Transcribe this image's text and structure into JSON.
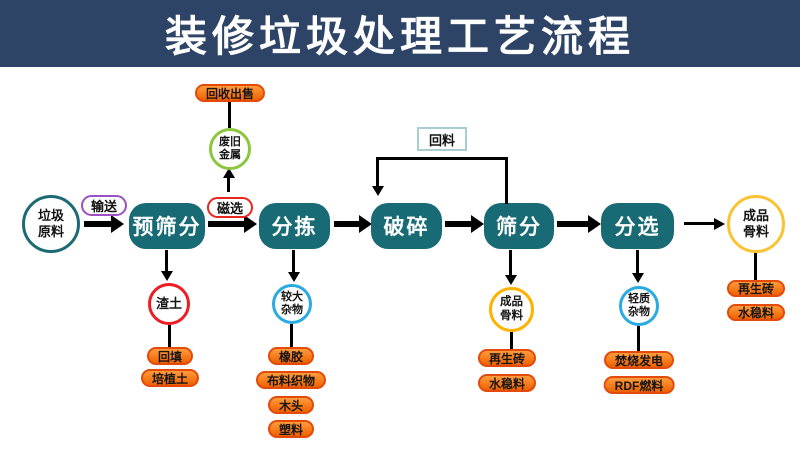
{
  "title": "装修垃圾处理工艺流程",
  "source": {
    "label": "垃圾\n原料"
  },
  "stages": [
    {
      "label": "预筛分"
    },
    {
      "label": "分拣"
    },
    {
      "label": "破碎"
    },
    {
      "label": "筛分"
    },
    {
      "label": "分选"
    }
  ],
  "edge_labels": {
    "convey": "输送",
    "magnetic": "磁选",
    "return": "回料"
  },
  "scrap": {
    "circle": "废旧\n金属",
    "output": "回收出售"
  },
  "branches": {
    "muck": {
      "circle": "渣土",
      "outputs": [
        "回填",
        "培植土"
      ]
    },
    "large_debris": {
      "circle": "较大\n杂物",
      "outputs": [
        "橡胶",
        "布料织物",
        "木头",
        "塑料"
      ]
    },
    "mid_aggregate": {
      "circle": "成品\n骨料",
      "outputs": [
        "再生砖",
        "水稳料"
      ]
    },
    "light_debris": {
      "circle": "轻质\n杂物",
      "outputs": [
        "焚烧发电",
        "RDF燃料"
      ]
    },
    "final_aggregate": {
      "circle": "成品\n骨料",
      "outputs": [
        "再生砖",
        "水稳料"
      ]
    }
  },
  "colors": {
    "banner_bg": "#2d4467",
    "title_text": "#ffffff",
    "stage_fill": "#186b74",
    "stage_text": "#ffffff",
    "pill_fill_top": "#ff9c3c",
    "pill_fill_bottom": "#ef6102",
    "pill_border": "#e44a0a",
    "pill_text": "#161616",
    "arrow": "#000000",
    "circle_waste_border": "#1b6a74",
    "circle_scrap_border": "#8dc63f",
    "circle_muck_border": "#ee1c24",
    "circle_debris_border": "#29aae1",
    "circle_mid_aggregate_border": "#ffb100",
    "circle_final_aggregate_border": "#fbc334",
    "convey_label_border": "#9c4fc4",
    "magnetic_label_border": "#e8281e",
    "return_box_border": "#a9cdd1"
  }
}
